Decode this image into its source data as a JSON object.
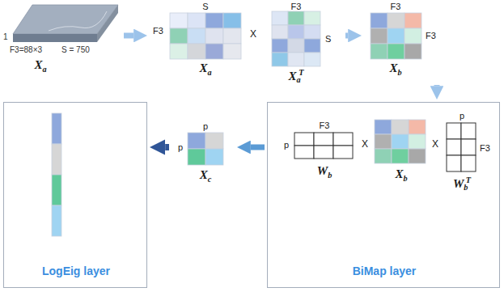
{
  "diagram": {
    "nodes": [
      {
        "text": [
          "1",
          "F3=88×3",
          "S = 750",
          "Xa"
        ]
      },
      {
        "text": [
          "S",
          "F3",
          "Xa"
        ]
      },
      {
        "text": [
          "F3",
          "S",
          "XaT"
        ]
      },
      {
        "text": [
          "F3",
          "F3",
          "Xb"
        ]
      },
      {
        "text": [
          "BiMap layer"
        ]
      },
      {
        "text": [
          "F3",
          "p",
          "Wb"
        ],
        "in": 4
      },
      {
        "text": [
          "Xb"
        ],
        "in": 4
      },
      {
        "text": [
          "p",
          "F3",
          "WbT"
        ],
        "in": 4
      },
      {
        "text": [
          "p",
          "p",
          "Xc"
        ]
      },
      {
        "text": [
          "LogEig layer"
        ]
      }
    ],
    "edges": [
      {
        "from": 0,
        "to": 1,
        "arrow": "to"
      },
      {
        "from": 2,
        "to": 3,
        "arrow": "to"
      },
      {
        "from": 3,
        "to": 4,
        "arrow": "to"
      },
      {
        "from": 4,
        "to": 8,
        "arrow": "to"
      },
      {
        "from": 8,
        "to": 9,
        "arrow": "to"
      }
    ],
    "labels": [
      "X",
      "X",
      "X"
    ]
  }
}
